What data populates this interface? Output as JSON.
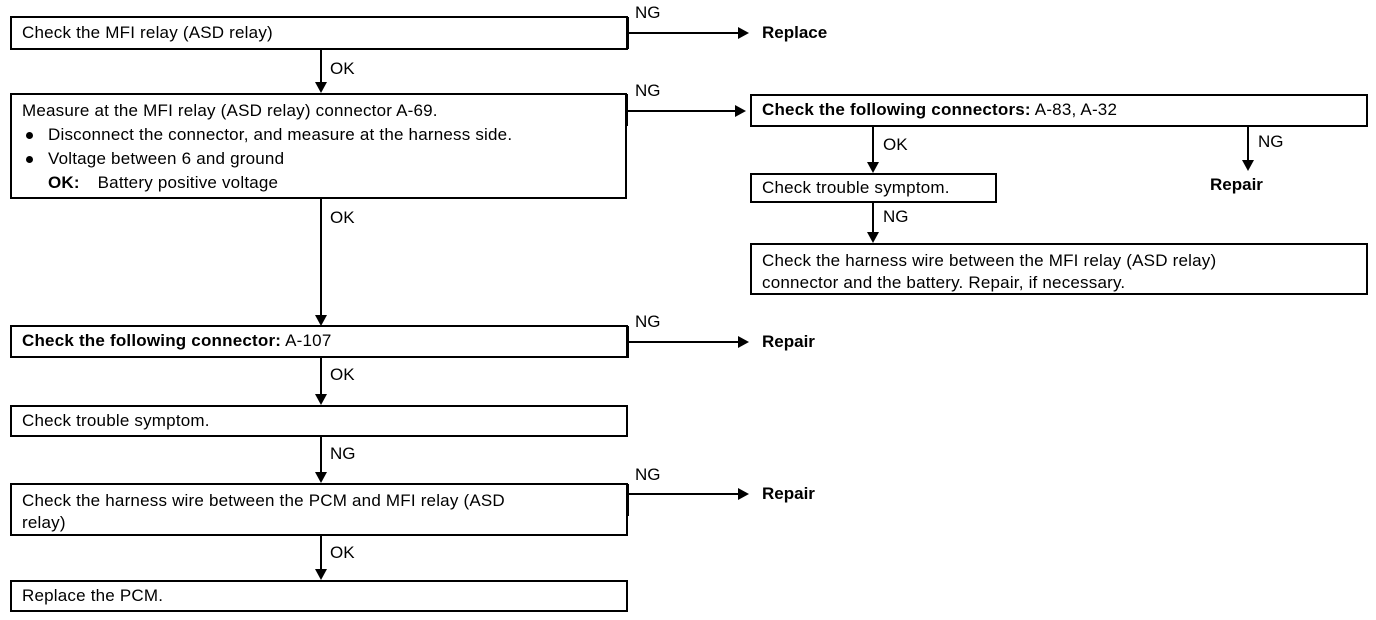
{
  "diagram": {
    "title": "MFI relay (ASD relay) troubleshooting flowchart",
    "colors": {
      "line": "#000000",
      "background": "#ffffff",
      "text": "#000000"
    },
    "nodes": {
      "check_mfi_relay": {
        "text": "Check the MFI relay (ASD relay)"
      },
      "measure_connector": {
        "heading": "Measure at the MFI relay (ASD relay) connector A-69.",
        "bullets": [
          "Disconnect the connector, and measure at the harness side.",
          "Voltage between 6 and ground"
        ],
        "ok_label": "OK:",
        "ok_value": "Battery positive voltage"
      },
      "check_connectors_a83_a32": {
        "label": "Check the following connectors:",
        "value": "A-83, A-32"
      },
      "check_trouble_symptom_right": {
        "text": "Check trouble symptom."
      },
      "check_harness_battery": {
        "line1": "Check the harness wire between the MFI relay (ASD relay)",
        "line2": "connector and the battery. Repair, if necessary."
      },
      "check_connector_a107": {
        "label": "Check the following connector:",
        "value": "A-107"
      },
      "check_trouble_symptom_left": {
        "text": "Check trouble symptom."
      },
      "check_harness_pcm": {
        "line1": "Check the harness wire between the PCM and MFI relay (ASD",
        "line2": "relay)"
      },
      "replace_pcm": {
        "text": "Replace the PCM."
      }
    },
    "terminals": {
      "replace_relay": "Replace",
      "repair_a83_a32": "Repair",
      "repair_a107": "Repair",
      "repair_harness_pcm": "Repair"
    },
    "edges": {
      "ng_1": "NG",
      "ok_1": "OK",
      "ng_2": "NG",
      "ok_2": "OK",
      "ok_right_1": "OK",
      "ng_right_1": "NG",
      "ng_right_2": "NG",
      "ng_3": "NG",
      "ok_3": "OK",
      "ng_4": "NG",
      "ng_5": "NG",
      "ok_4": "OK"
    }
  }
}
